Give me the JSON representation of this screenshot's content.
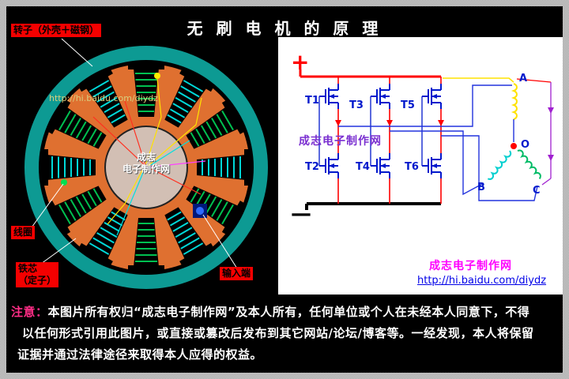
{
  "title": "无 刷 电 机 的 原 理",
  "motor": {
    "rotor_label": "转子（外壳＋磁钢）",
    "coil_label": "线圈",
    "core_label_1": "铁芯",
    "core_label_2": "（定子）",
    "input_label": "输入端",
    "watermark_url": "http://hi.baidu.com/diydz",
    "center_mark_1": "成志",
    "center_mark_2": "电子制作网"
  },
  "circuit": {
    "plus": "+",
    "minus": "—",
    "t1": "T1",
    "t2": "T2",
    "t3": "T3",
    "t4": "T4",
    "t5": "T5",
    "t6": "T6",
    "phase_a": "A",
    "phase_b": "B",
    "phase_c": "C",
    "node_o": "O",
    "watermark": "成志电子制作网",
    "site_name": "成志电子制作网",
    "site_url": "http://hi.baidu.com/diydz"
  },
  "notice": {
    "label": "注意：",
    "line1": "本图片所有权归“成志电子制作网”及本人所有，任何单位或个人在未经本人同意下，不得",
    "line2": "以任何形式引用此图片，或直接或篡改后发布到其它网站/论坛/博客等。一经发现，本人将保留",
    "line3": "证据并通过法律途径来取得本人应得的权益。"
  },
  "colors": {
    "accent_red": "#f40000",
    "rotor_teal": "#0d9a93",
    "stator_orange": "#df7030",
    "coil_green": "#00c050",
    "coil_cyan": "#00d8d8",
    "mosfet_blue": "#0018cc",
    "watermark_purple": "#7a2fd0",
    "site_magenta": "#ff00ff",
    "link_blue": "#0000e8"
  }
}
